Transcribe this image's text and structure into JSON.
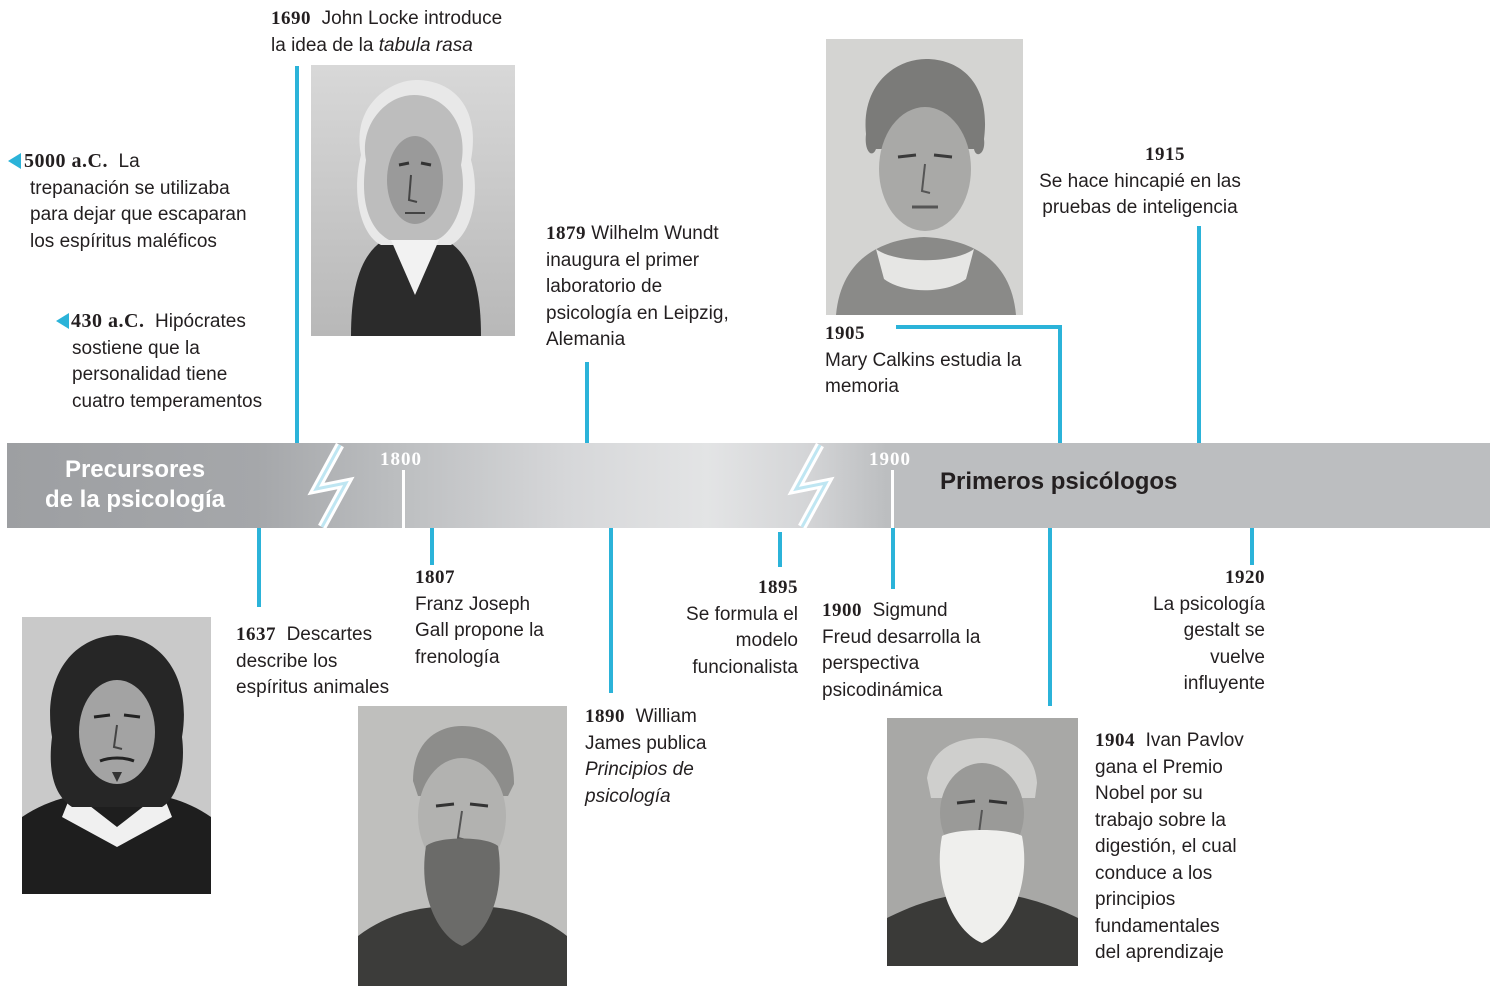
{
  "eras": {
    "left": [
      "Precursores",
      "de la psicología"
    ],
    "right": "Primeros psicólogos"
  },
  "ticks": {
    "t1800": "1800",
    "t1900": "1900"
  },
  "events": {
    "e5000": {
      "year": "5000 a.C.",
      "text": [
        "La",
        "trepanación se utilizaba",
        "para dejar que escaparan",
        "los espíritus maléficos"
      ]
    },
    "e430": {
      "year": "430 a.C.",
      "text": [
        "Hipócrates",
        "sostiene que la",
        "personalidad tiene",
        "cuatro temperamentos"
      ]
    },
    "e1690": {
      "year": "1690",
      "text": [
        "John Locke introduce",
        "la idea de la "
      ],
      "italic": "tabula rasa"
    },
    "e1879": {
      "year": "1879",
      "text": [
        "Wilhelm Wundt",
        "inaugura el primer",
        "laboratorio de",
        "psicología en Leipzig,",
        "Alemania"
      ]
    },
    "e1905": {
      "year": "1905",
      "text": [
        "Mary Calkins estudia la",
        "memoria"
      ]
    },
    "e1915": {
      "year": "1915",
      "text": [
        "Se hace hincapié en las",
        "pruebas de inteligencia"
      ]
    },
    "e1637": {
      "year": "1637",
      "text": [
        "Descartes",
        "describe los",
        "espíritus animales"
      ]
    },
    "e1807": {
      "year": "1807",
      "text": [
        "Franz Joseph",
        "Gall propone la",
        "frenología"
      ]
    },
    "e1890": {
      "year": "1890",
      "text": [
        "William",
        "James publica"
      ],
      "italic": [
        "Principios de",
        "psicología"
      ]
    },
    "e1895": {
      "year": "1895",
      "text": [
        "Se formula el",
        "modelo",
        "funcionalista"
      ]
    },
    "e1900": {
      "year": "1900",
      "text": [
        "Sigmund",
        "Freud desarrolla la",
        "perspectiva",
        "psicodinámica"
      ]
    },
    "e1904": {
      "year": "1904",
      "text": [
        "Ivan Pavlov",
        "gana el Premio",
        "Nobel por su",
        "trabajo sobre la",
        "digestión, el cual",
        "conduce a los",
        "principios",
        "fundamentales",
        "del aprendizaje"
      ]
    },
    "e1920": {
      "year": "1920",
      "text": [
        "La psicología",
        "gestalt se",
        "vuelve",
        "influyente"
      ]
    }
  },
  "colors": {
    "accent": "#2bb3d9",
    "band": "#bcbec0",
    "text": "#231f20"
  },
  "icons": {
    "marker": "left-triangle-icon",
    "break": "lightning-break-icon"
  }
}
